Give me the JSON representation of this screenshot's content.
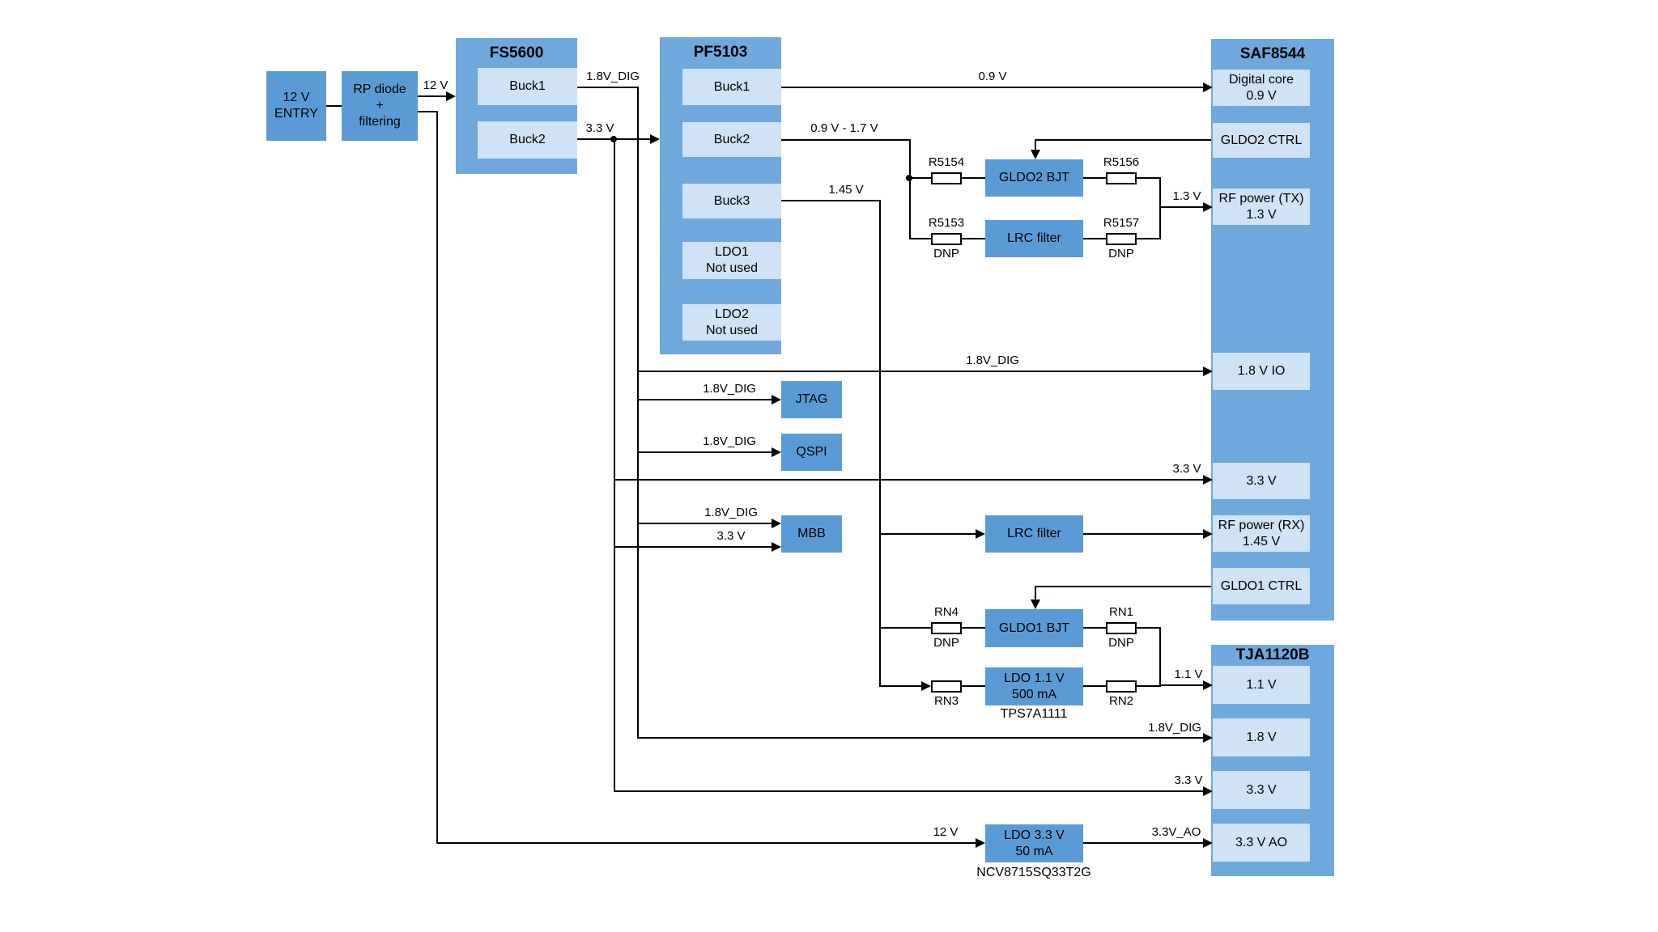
{
  "colors": {
    "block_outer": "#6fa8dc",
    "block_light": "#cfe2f6",
    "box_mid": "#5b9bd5",
    "line": "#000000"
  },
  "entry_box": {
    "label": "12 V\nENTRY"
  },
  "rp_box": {
    "label": "RP diode\n+\nfiltering"
  },
  "fs5600": {
    "title": "FS5600",
    "buck1": "Buck1",
    "buck2": "Buck2"
  },
  "pf5103": {
    "title": "PF5103",
    "buck1": "Buck1",
    "buck2": "Buck2",
    "buck3": "Buck3",
    "ldo1": "LDO1\nNot used",
    "ldo2": "LDO2\nNot used"
  },
  "saf8544": {
    "title": "SAF8544",
    "digital_core": "Digital core\n0.9 V",
    "gldo2_ctrl": "GLDO2 CTRL",
    "rf_tx": "RF power (TX)\n1.3 V",
    "io_1v8": "1.8 V IO",
    "v3_3": "3.3 V",
    "rf_rx": "RF power (RX)\n1.45 V",
    "gldo1_ctrl": "GLDO1 CTRL"
  },
  "tja1120b": {
    "title": "TJA1120B",
    "v1_1": "1.1 V",
    "v1_8": "1.8 V",
    "v3_3": "3.3 V",
    "v3_3_ao": "3.3 V AO"
  },
  "mid": {
    "gldo2_bjt": "GLDO2 BJT",
    "lrc_tx": "LRC filter",
    "jtag": "JTAG",
    "qspi": "QSPI",
    "mbb": "MBB",
    "lrc_rx": "LRC filter",
    "gldo1_bjt": "GLDO1 BJT",
    "ldo_1v1": "LDO 1.1 V\n500 mA",
    "ldo_1v1_part": "TPS7A1111",
    "ldo_3v3": "LDO 3.3 V\n50 mA",
    "ldo_3v3_part": "NCV8715SQ33T2G"
  },
  "resistors": {
    "r5154": "R5154",
    "r5156": "R5156",
    "r5153": "R5153",
    "r5157": "R5157",
    "rn4": "RN4",
    "rn1": "RN1",
    "rn3": "RN3",
    "rn2": "RN2",
    "dnp": "DNP"
  },
  "nets": {
    "v12_in": "12 V",
    "dig18_fs": "1.8V_DIG",
    "v33_fs": "3.3 V",
    "v09": "0.9 V",
    "v09_17": "0.9 V - 1.7 V",
    "v145": "1.45 V",
    "v13": "1.3 V",
    "dig18_io": "1.8V_DIG",
    "dig18_jtag": "1.8V_DIG",
    "dig18_qspi": "1.8V_DIG",
    "dig18_mbb": "1.8V_DIG",
    "v33_mbb": "3.3 V",
    "v33_saf": "3.3 V",
    "v11": "1.1 V",
    "dig18_tja": "1.8V_DIG",
    "v33_tja": "3.3 V",
    "v12_ldo": "12 V",
    "v33_ao": "3.3V_AO"
  }
}
